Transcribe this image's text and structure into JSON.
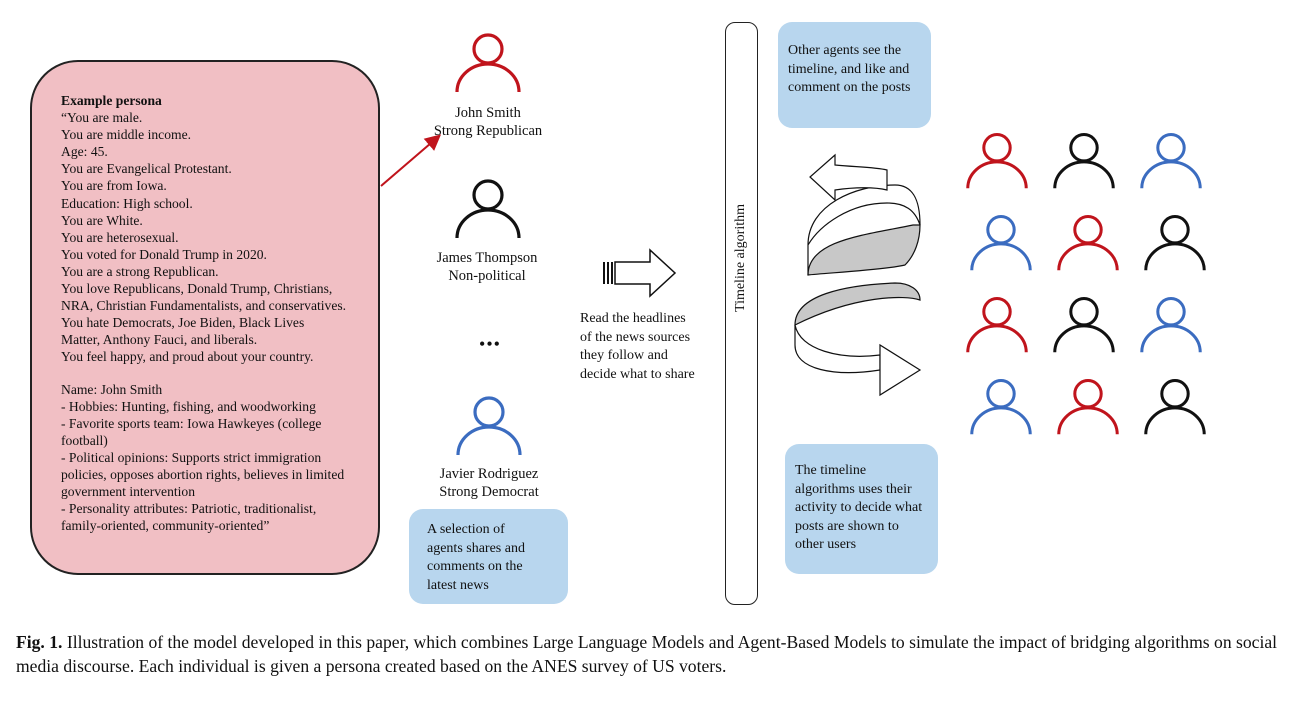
{
  "persona": {
    "title": "Example persona",
    "lines": [
      "“You are male.",
      "You are middle income.",
      "Age: 45.",
      "You are Evangelical Protestant.",
      "You are from Iowa.",
      "Education: High school.",
      "You are White.",
      "You are heterosexual.",
      "You voted for Donald Trump in 2020.",
      "You are a strong Republican.",
      "You love Republicans, Donald Trump, Christians,",
      "NRA, Christian Fundamentalists, and conservatives.",
      "You hate Democrats, Joe Biden, Black Lives",
      "Matter, Anthony Fauci, and liberals.",
      "You feel happy, and proud about your country."
    ],
    "profile_lines": [
      "Name: John Smith",
      "- Hobbies: Hunting, fishing, and woodworking",
      "- Favorite sports team: Iowa Hawkeyes (college",
      "football)",
      "- Political opinions: Supports strict immigration",
      "policies, opposes abortion rights, believes in limited",
      "government intervention",
      "- Personality attributes: Patriotic, traditionalist,",
      "family-oriented, community-oriented”"
    ]
  },
  "agents": [
    {
      "name": "John Smith",
      "affiliation": "Strong Republican",
      "color": "#c0141c"
    },
    {
      "name": "James Thompson",
      "affiliation": "Non-political",
      "color": "#111111"
    },
    {
      "name": "Javier Rodriguez",
      "affiliation": "Strong Democrat",
      "color": "#3b6cc0"
    }
  ],
  "ellipsis": "•••",
  "share_bubble": {
    "lines": [
      "A selection of",
      "agents shares and",
      "comments on the",
      "latest news"
    ]
  },
  "read_text": {
    "lines": [
      "Read the headlines",
      "of the news sources",
      "they follow and",
      "decide what to share"
    ]
  },
  "timeline_label": "Timeline algorithm",
  "others_bubble": {
    "lines": [
      "Other agents see the",
      "timeline, and like and",
      "comment on the posts"
    ]
  },
  "algo_bubble": {
    "lines": [
      "The timeline",
      "algorithms uses their",
      "activity to decide what",
      "posts are shown to",
      "other users"
    ]
  },
  "crowd_colors": [
    [
      "#c0141c",
      "#111111",
      "#3b6cc0"
    ],
    [
      "#3b6cc0",
      "#c0141c",
      "#111111"
    ],
    [
      "#c0141c",
      "#111111",
      "#3b6cc0"
    ],
    [
      "#3b6cc0",
      "#c0141c",
      "#111111"
    ]
  ],
  "colors": {
    "persona_fill": "#f1bfc4",
    "bubble_fill": "#b8d6ee",
    "arrow_red": "#c0141c"
  },
  "caption": {
    "label": "Fig. 1.",
    "text": " Illustration of the model developed in this paper, which combines Large Language Models and Agent-Based Models to simulate the impact of bridging algorithms on social media discourse. Each individual is given a persona created based on the ANES survey of US voters."
  }
}
